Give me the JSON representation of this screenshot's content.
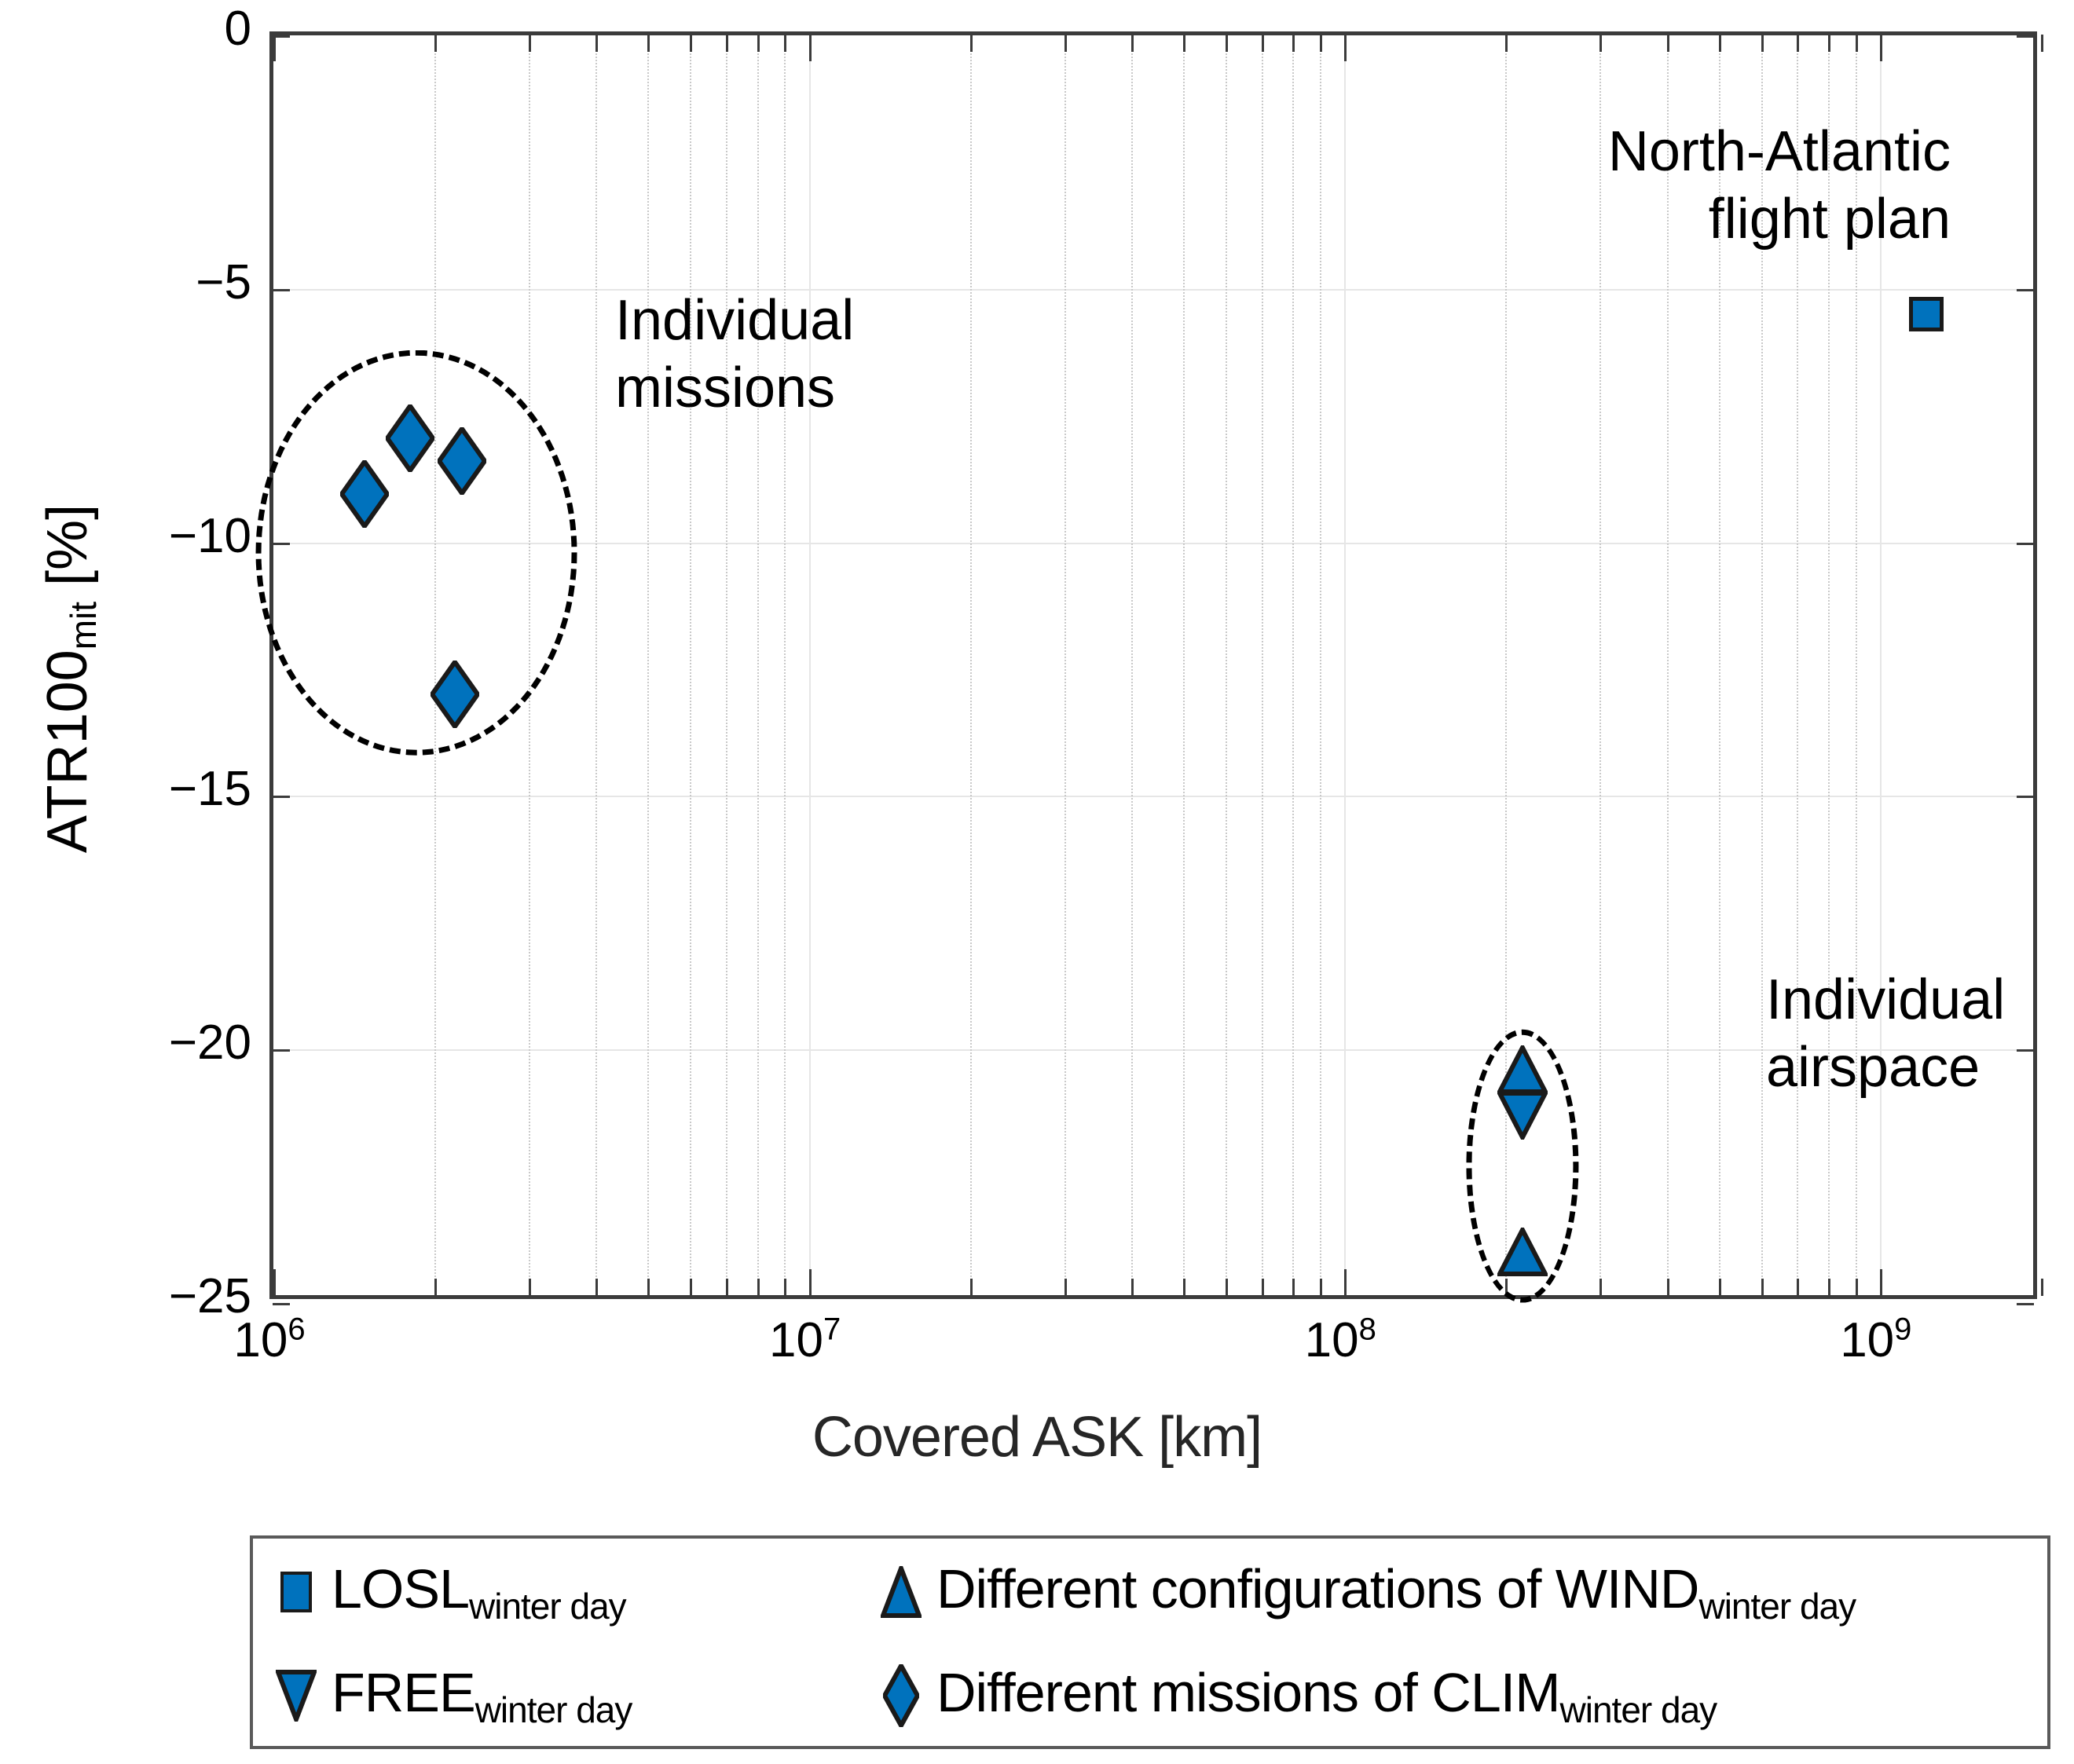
{
  "chart_data": {
    "type": "scatter",
    "title": "",
    "xlabel": "Covered ASK [km]",
    "ylabel": "ATR100_mit [%]",
    "ylabel_base": "ATR100",
    "ylabel_sub": "mit",
    "ylabel_unit": "[%]",
    "xscale": "log",
    "yscale": "linear",
    "xlim": [
      1000000,
      2000000000
    ],
    "ylim": [
      -25,
      0
    ],
    "grid": true,
    "legend_position": "below-axes",
    "xticks": [
      {
        "value": 1000000,
        "label_base": "10",
        "label_exp": "6"
      },
      {
        "value": 10000000,
        "label_base": "10",
        "label_exp": "7"
      },
      {
        "value": 100000000,
        "label_base": "10",
        "label_exp": "8"
      },
      {
        "value": 1000000000,
        "label_base": "10",
        "label_exp": "9"
      }
    ],
    "yticks": [
      {
        "value": 0,
        "label": "0"
      },
      {
        "value": -5,
        "label": "−5"
      },
      {
        "value": -10,
        "label": "−10"
      },
      {
        "value": -15,
        "label": "−15"
      },
      {
        "value": -20,
        "label": "−20"
      },
      {
        "value": -25,
        "label": "−25"
      }
    ],
    "series": [
      {
        "name": "LOSL winter day",
        "marker": "square",
        "color": "#0072BD",
        "points": [
          {
            "x": 1220000000,
            "y": -5.5
          }
        ]
      },
      {
        "name": "FREE winter day",
        "marker": "triangle-down",
        "color": "#0072BD",
        "points": [
          {
            "x": 215000000,
            "y": -21.3
          }
        ]
      },
      {
        "name": "Different configurations of WIND winter day",
        "marker": "triangle-up",
        "color": "#0072BD",
        "points": [
          {
            "x": 215000000,
            "y": -20.4
          },
          {
            "x": 215000000,
            "y": -24.0
          }
        ]
      },
      {
        "name": "Different missions of CLIM winter day",
        "marker": "diamond",
        "color": "#0072BD",
        "points": [
          {
            "x": 1480000,
            "y": -9.05
          },
          {
            "x": 1800000,
            "y": -7.95
          },
          {
            "x": 2250000,
            "y": -8.4
          },
          {
            "x": 2180000,
            "y": -13.0
          }
        ]
      }
    ],
    "annotations": [
      {
        "id": "individual-missions",
        "text_lines": [
          "Individual",
          "missions"
        ],
        "ellipse": {
          "cx": 1850000,
          "cy": -10.2,
          "rx_decades": 0.3,
          "ry": 4.0
        }
      },
      {
        "id": "individual-airspace",
        "text_lines": [
          "Individual",
          "airspace"
        ],
        "ellipse": {
          "cx": 215000000,
          "cy": -22.3,
          "rx_decades": 0.105,
          "ry": 2.7
        }
      },
      {
        "id": "north-atlantic-flight-plan",
        "text_lines": [
          "North-Atlantic",
          "flight plan"
        ],
        "ellipse": null
      }
    ]
  },
  "axes": {
    "x_title": "Covered ASK [km]",
    "y_title_base": "ATR100",
    "y_title_sub": "mit",
    "y_title_unit": " [%]"
  },
  "annotations": {
    "north_atlantic_line1": "North-Atlantic",
    "north_atlantic_line2": "flight plan",
    "individual_missions_line1": "Individual",
    "individual_missions_line2": "missions",
    "individual_airspace_line1": "Individual",
    "individual_airspace_line2": "airspace"
  },
  "legend": {
    "entries": [
      {
        "marker": "square",
        "label_main": "LOSL",
        "label_sub": "winter day"
      },
      {
        "marker": "triangle-up",
        "label_main": "Different configurations of WIND",
        "label_sub": "winter day"
      },
      {
        "marker": "triangle-down",
        "label_main": "FREE",
        "label_sub": "winter day"
      },
      {
        "marker": "diamond",
        "label_main": "Different missions of CLIM",
        "label_sub": "winter day"
      }
    ]
  },
  "colors": {
    "marker_fill": "#0072BD",
    "marker_edge": "#1A1A1A",
    "axis": "#3B3B3B",
    "grid_major": "#E6E6E6",
    "grid_minor": "#C9C9C9"
  }
}
